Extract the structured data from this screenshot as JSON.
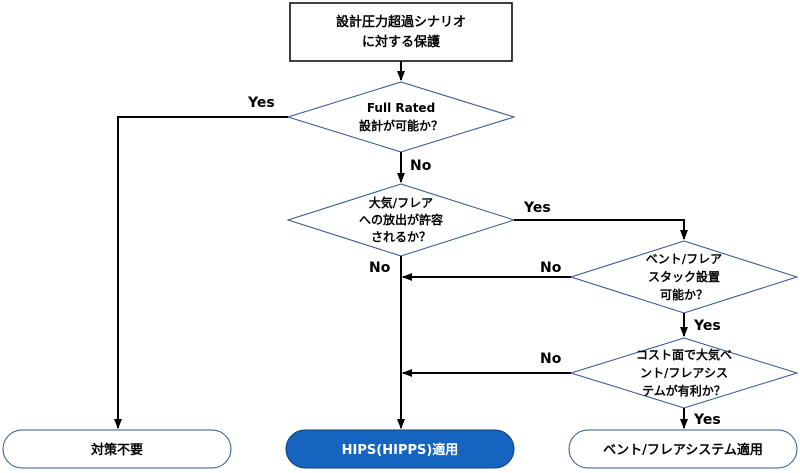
{
  "start": {
    "line1": "設計圧力超過シナリオ",
    "line2": "に対する保護"
  },
  "decisions": {
    "full_rated": {
      "line1": "Full Rated",
      "line2": "設計が可能か？"
    },
    "atmospheric": {
      "line1": "大気/フレア",
      "line2": "への放出が許容",
      "line3": "されるか？"
    },
    "vent_stack": {
      "line1": "ベント/フレア",
      "line2": "スタック設置",
      "line3": "可能か？"
    },
    "cost": {
      "line1": "コスト面で大気ベ",
      "line2": "ント/フレアシス",
      "line3": "テムが有利か？"
    }
  },
  "edges": {
    "full_rated_yes": "Yes",
    "full_rated_no": "No",
    "atmospheric_yes": "Yes",
    "atmospheric_no": "No",
    "vent_stack_no": "No",
    "vent_stack_yes": "Yes",
    "cost_no": "No",
    "cost_yes": "Yes"
  },
  "terminals": {
    "no_action": "対策不要",
    "hips": "HIPS(HIPPS)適用",
    "vent_system": "ベント/フレアシステム適用"
  },
  "colors": {
    "hips_fill": "#1565c0",
    "hips_stroke": "#0d3f7a",
    "outline": "#2f5496"
  }
}
